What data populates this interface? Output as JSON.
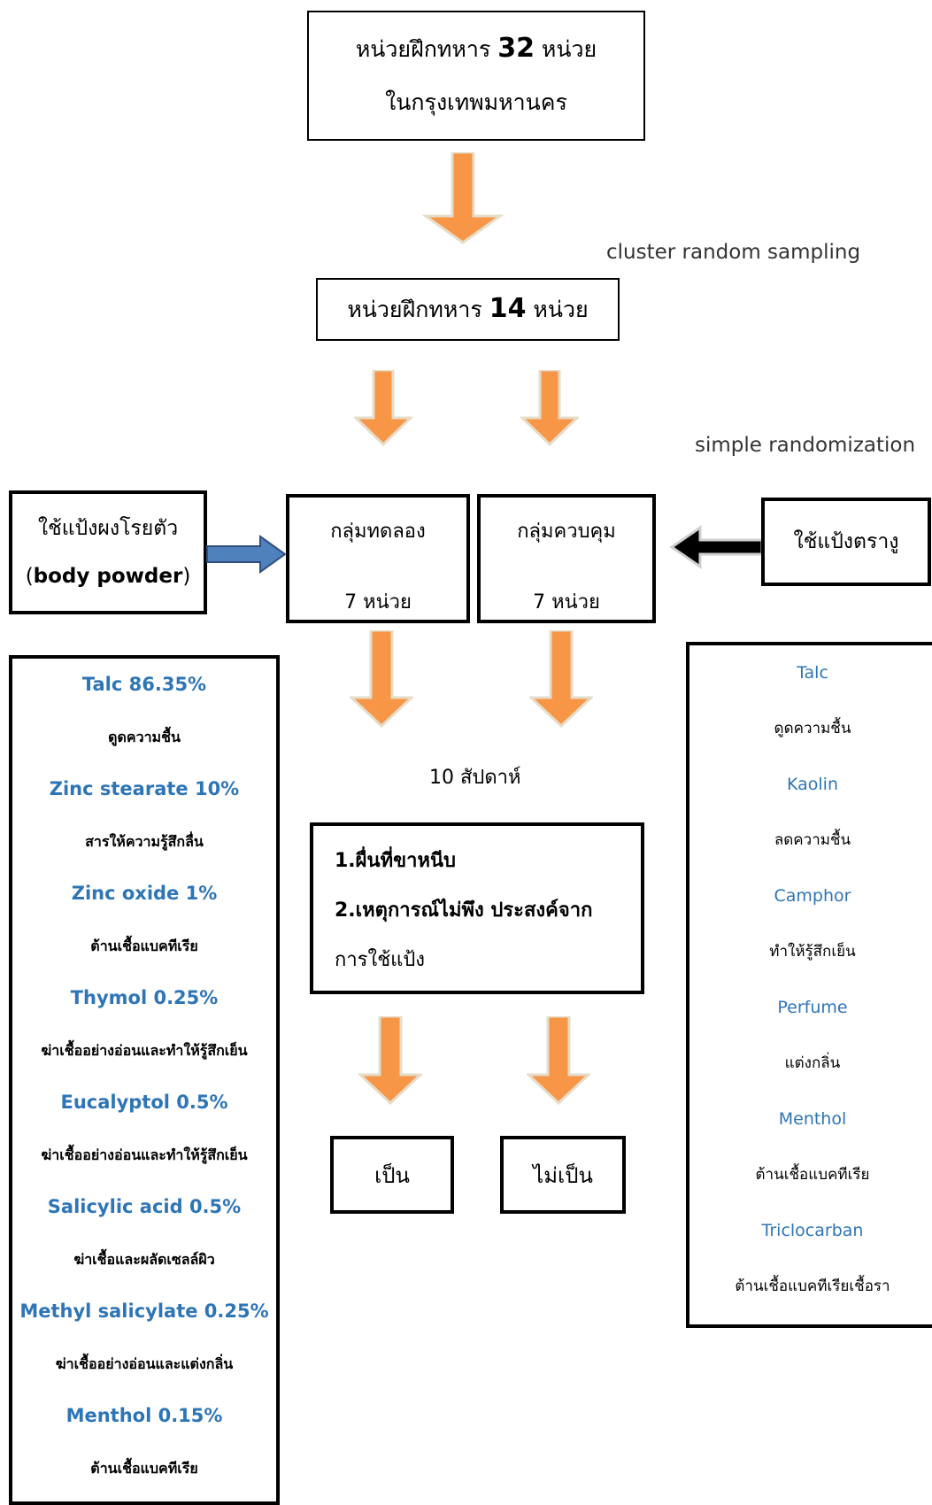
{
  "top_box": {
    "line1_pre": "หน่วยฝึกทหาร ",
    "line1_num": "32",
    "line1_post": " หน่วย",
    "line2": "ในกรุงเทพมหานคร"
  },
  "cluster_label": "cluster random sampling",
  "second_box": {
    "pre": "หน่วยฝึกทหาร ",
    "num": "14",
    "post": " หน่วย"
  },
  "randomization_label": "simple randomization",
  "left_input": {
    "line1": "ใช้แป้งผงโรยตัว",
    "line2_pre": "(",
    "line2_bold": "body powder",
    "line2_post": ")"
  },
  "experimental": {
    "title": "กลุ่มทดลอง",
    "count": "7 หน่วย"
  },
  "control": {
    "title": "กลุ่มควบคุม",
    "count": "7 หน่วย"
  },
  "right_input": {
    "label": "ใช้แป้งตรางู"
  },
  "duration_label": "10 สัปดาห์",
  "outcome_box": {
    "line1": "1.ผื่นที่ขาหนีบ",
    "line2": "2.เหตุการณ์ไม่พึง ประสงค์จาก",
    "line3": "การใช้แป้ง"
  },
  "result_yes": "เป็น",
  "result_no": "ไม่เป็น",
  "body_powder_ingredients": [
    {
      "name": "Talc 86.35%",
      "desc": "ดูดความชื้น"
    },
    {
      "name": "Zinc stearate 10%",
      "desc": "สารให้ความรู้สึกลื่น"
    },
    {
      "name": "Zinc oxide 1%",
      "desc": "ต้านเชื้อแบคทีเรีย"
    },
    {
      "name": "Thymol 0.25%",
      "desc": "ฆ่าเชื้ออย่างอ่อนและทำให้รู้สึกเย็น"
    },
    {
      "name": "Eucalyptol 0.5%",
      "desc": "ฆ่าเชื้ออย่างอ่อนและทำให้รู้สึกเย็น"
    },
    {
      "name": "Salicylic acid 0.5%",
      "desc": "ฆ่าเชื้อและผลัดเซลล์ผิว"
    },
    {
      "name": "Methyl salicylate 0.25%",
      "desc": "ฆ่าเชื้ออย่างอ่อนและแต่งกลิ่น"
    },
    {
      "name": "Menthol 0.15%",
      "desc": "ต้านเชื้อแบคทีเรีย"
    }
  ],
  "control_ingredients": [
    {
      "name": "Talc",
      "desc": "ดูดความชื้น"
    },
    {
      "name": "Kaolin",
      "desc": "ลดความชื้น"
    },
    {
      "name": "Camphor",
      "desc": "ทำให้รู้สึกเย็น"
    },
    {
      "name": "Perfume",
      "desc": "แต่งกลิ่น"
    },
    {
      "name": "Menthol",
      "desc": "ต้านเชื้อแบคทีเรีย"
    },
    {
      "name": "Triclocarban",
      "desc": "ต้านเชื้อแบคทีเรียเชื้อรา"
    }
  ],
  "colors": {
    "orange_arrow": "#f79646",
    "blue_arrow": "#4f81bd",
    "ingredient_blue": "#2e75b6"
  }
}
